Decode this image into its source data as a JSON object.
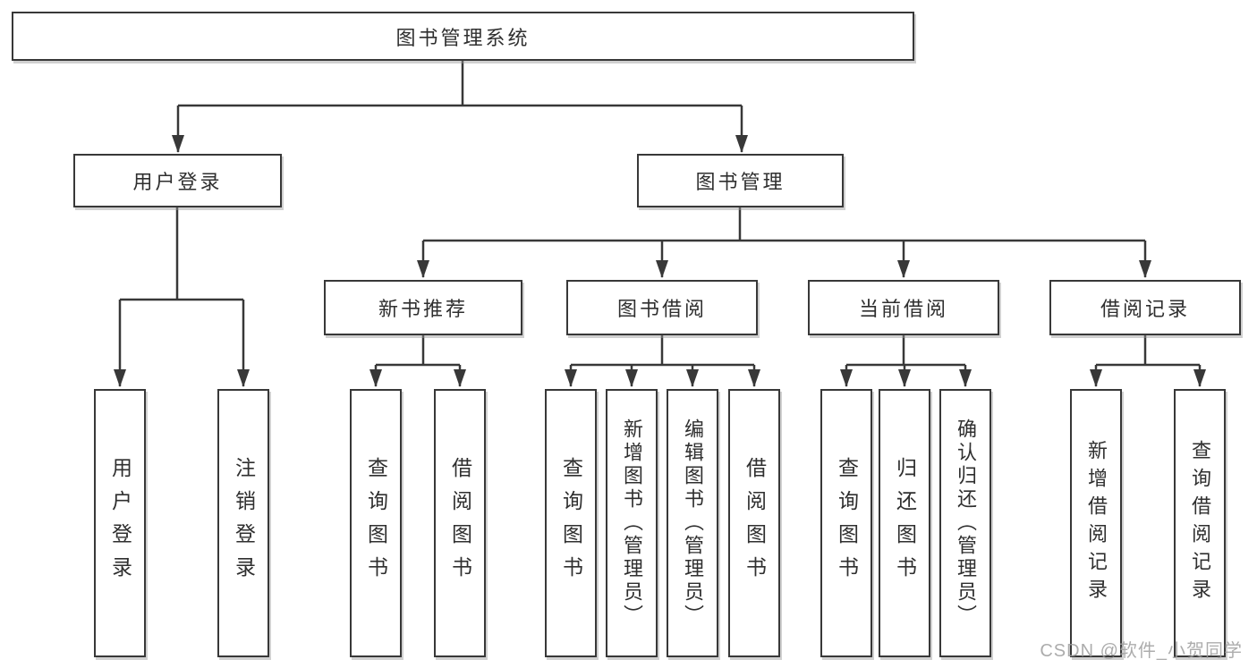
{
  "tree": {
    "label": "图书管理系统",
    "children": [
      {
        "label": "用户登录",
        "children": [
          {
            "label": "用户登录"
          },
          {
            "label": "注销登录"
          }
        ]
      },
      {
        "label": "图书管理",
        "children": [
          {
            "label": "新书推荐",
            "children": [
              {
                "label": "查询图书"
              },
              {
                "label": "借阅图书"
              }
            ]
          },
          {
            "label": "图书借阅",
            "children": [
              {
                "label": "查询图书"
              },
              {
                "label": "新增图书（管理员）"
              },
              {
                "label": "编辑图书（管理员）"
              },
              {
                "label": "借阅图书"
              }
            ]
          },
          {
            "label": "当前借阅",
            "children": [
              {
                "label": "查询图书"
              },
              {
                "label": "归还图书"
              },
              {
                "label": "确认归还（管理员）"
              }
            ]
          },
          {
            "label": "借阅记录",
            "children": [
              {
                "label": "新增借阅记录"
              },
              {
                "label": "查询借阅记录"
              }
            ]
          }
        ]
      }
    ]
  },
  "watermark": "CSDN @软件_小贺同学",
  "colors": {
    "line": "#383838",
    "box_fill": "#ffffff",
    "text": "#2f2f2f",
    "watermark": "#9e9e9e"
  }
}
